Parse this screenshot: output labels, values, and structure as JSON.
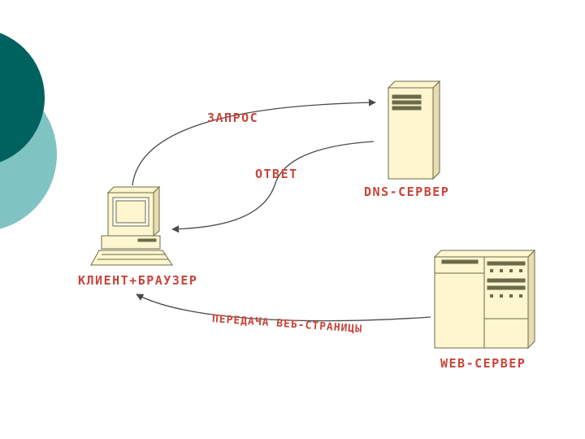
{
  "labels": {
    "request": "ЗАПРОС",
    "response": "ОТВЕТ",
    "dns_server": "DNS-СЕРВЕР",
    "client": "КЛИЕНТ+БРАУЗЕР",
    "transfer": "ПЕРЕДАЧА ВЕБ-СТРАНИЦЫ",
    "web_server": "WEB-СЕРВЕР"
  },
  "colors": {
    "deco_dark": "#00625f",
    "deco_light": "#7fc4c2",
    "label_red": "#c9443a",
    "device_fill": "#fdf6cf",
    "device_stroke": "#6b6b4a",
    "arrow": "#4a4a4a"
  }
}
